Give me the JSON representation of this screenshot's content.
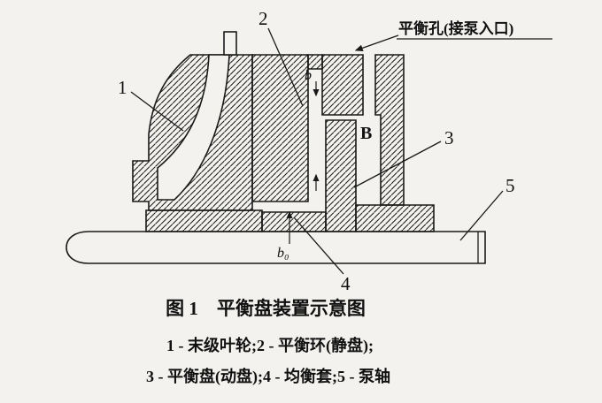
{
  "figure": {
    "caption": "图 1　平衡盘装置示意图",
    "legend_line1": "1 - 末级叶轮;2 - 平衡环(静盘);",
    "legend_line2": "3 - 平衡盘(动盘);4 - 均衡套;5 - 泵轴"
  },
  "diagram": {
    "annotation_balance_hole": "平衡孔(接泵入口)",
    "labels": {
      "n1": "1",
      "n2": "2",
      "n3": "3",
      "n4": "4",
      "n5": "5",
      "gap_b": "b",
      "chamber_B": "B",
      "gap_b0": "b₀"
    }
  },
  "colors": {
    "background": "#f3f2ee",
    "ink": "#1a1a1a"
  }
}
